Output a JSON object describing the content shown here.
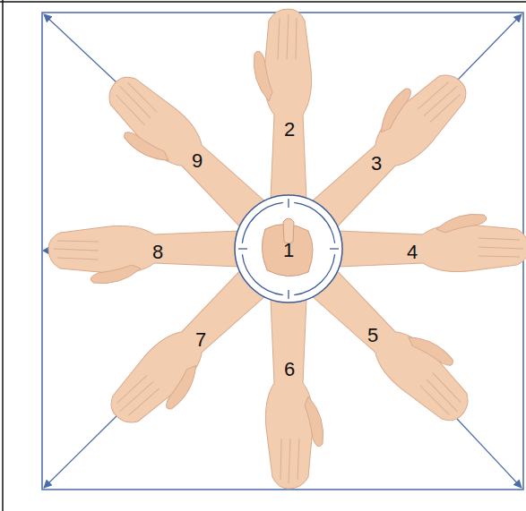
{
  "diagram": {
    "nodes": [
      {
        "text": [
          "1"
        ]
      }
    ],
    "labels": [
      "2",
      "3",
      "4",
      "5",
      "6",
      "7",
      "8",
      "9"
    ]
  }
}
